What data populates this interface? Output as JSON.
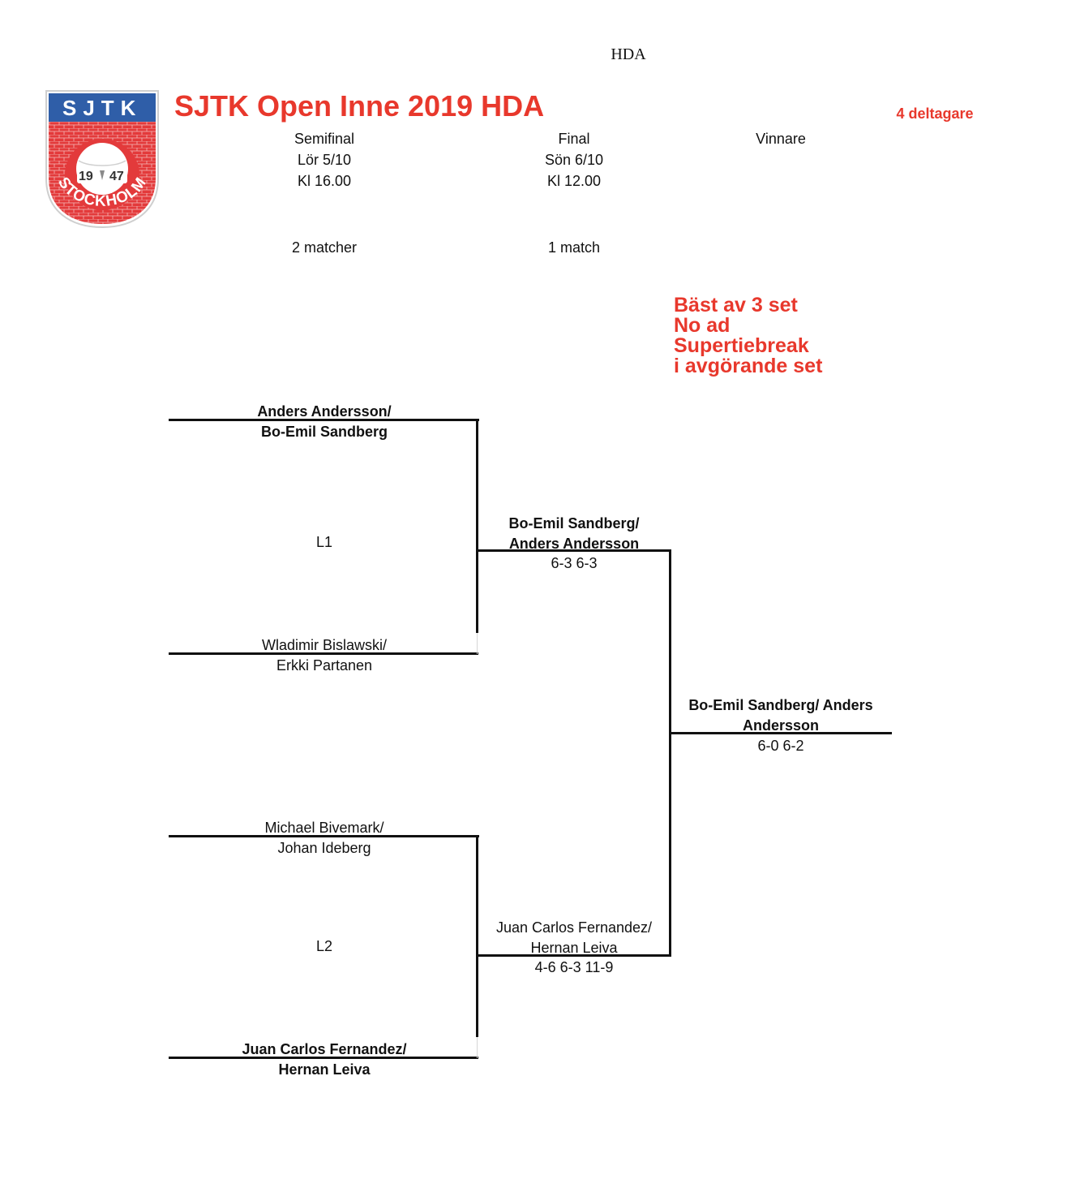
{
  "header": {
    "code": "HDA",
    "title": "SJTK Open Inne 2019 HDA",
    "participants": "4 deltagare"
  },
  "logo": {
    "top_text": "SJTK",
    "year_left": "19",
    "year_right": "47",
    "bottom_text": "STOCKHOLM",
    "colors": {
      "blue": "#2f5ea8",
      "red": "#e33a3b",
      "white": "#ffffff"
    }
  },
  "rounds": [
    {
      "name": "Semifinal",
      "day": "Lör 5/10",
      "time": "Kl 16.00",
      "matches": "2 matcher"
    },
    {
      "name": "Final",
      "day": "Sön 6/10",
      "time": "Kl 12.00",
      "matches": "1 match"
    },
    {
      "name": "Vinnare"
    }
  ],
  "rules": [
    "Bäst av 3 set",
    "No ad",
    "Supertiebreak",
    "i avgörande set"
  ],
  "semifinals": [
    {
      "label": "L1",
      "team1": {
        "line1": "Anders Andersson/",
        "line2": "Bo-Emil Sandberg",
        "winner": true
      },
      "team2": {
        "line1": "Wladimir Bislawski/",
        "line2": "Erkki Partanen",
        "winner": false
      }
    },
    {
      "label": "L2",
      "team1": {
        "line1": "Michael Bivemark/",
        "line2": "Johan Ideberg",
        "winner": false
      },
      "team2": {
        "line1": "Juan Carlos Fernandez/",
        "line2": "Hernan Leiva",
        "winner": true
      }
    }
  ],
  "finalists": [
    {
      "line1": "Bo-Emil Sandberg/",
      "line2": "Anders Andersson",
      "score": "6-3 6-3",
      "winner": true
    },
    {
      "line1": "Juan Carlos Fernandez/",
      "line2": "Hernan Leiva",
      "score": "4-6 6-3 11-9",
      "winner": false
    }
  ],
  "champion": {
    "line1": "Bo-Emil Sandberg/ Anders",
    "line2": "Andersson",
    "score": "6-0 6-2"
  },
  "colors": {
    "accent": "#e8382c",
    "text": "#111111"
  }
}
